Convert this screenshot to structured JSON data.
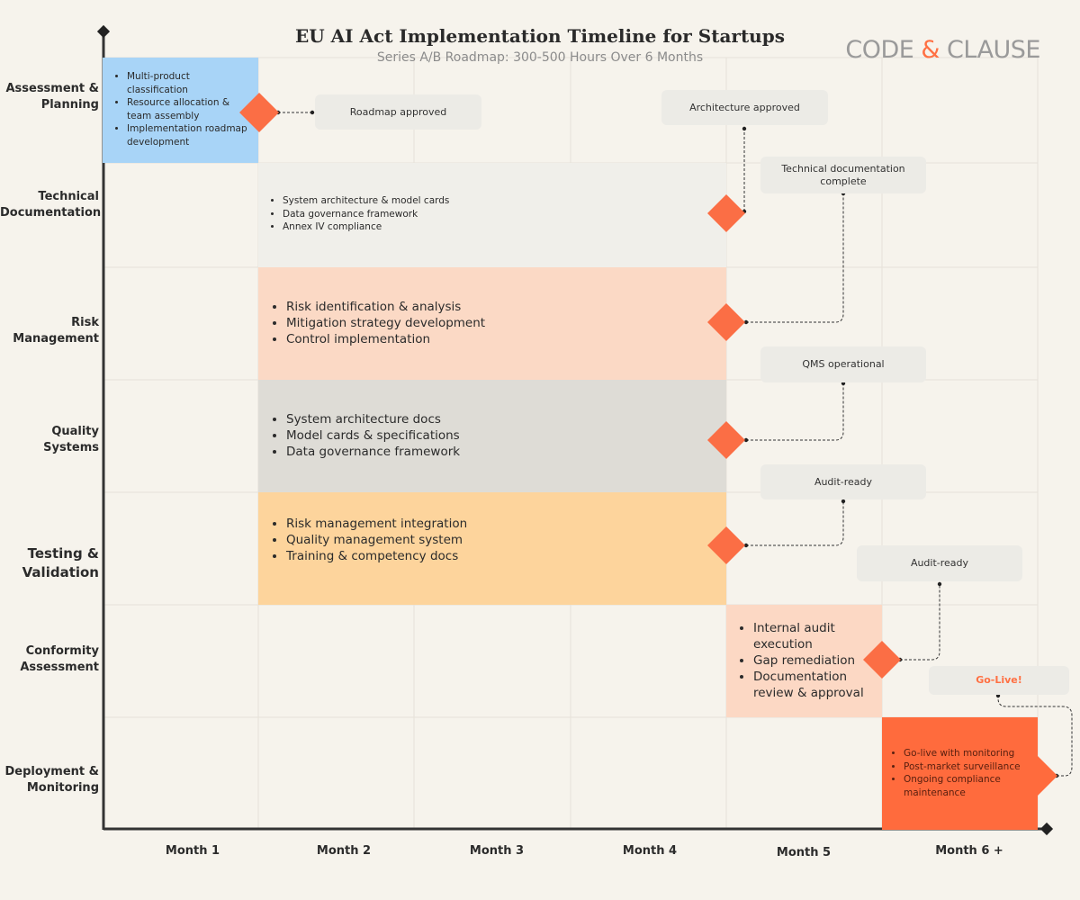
{
  "title": "EU AI Act Implementation Timeline for Startups",
  "subtitle": "Series A/B Roadmap: 300-500 Hours Over 6 Months",
  "logo": {
    "part1": "CODE ",
    "amp": "&",
    "part2": " CLAUSE"
  },
  "colors": {
    "accent": "#ff7043",
    "grid": "#e6e2da",
    "axis": "#333333"
  },
  "rows": [
    {
      "label": "Assessment & Planning"
    },
    {
      "label": "Technical Documentation"
    },
    {
      "label": "Risk Management"
    },
    {
      "label": "Quality Systems"
    },
    {
      "label": "Testing & Validation"
    },
    {
      "label": "Conformity Assessment"
    },
    {
      "label": "Deployment & Monitoring"
    }
  ],
  "months": [
    "Month 1",
    "Month 2",
    "Month 3",
    "Month 4",
    "Month 5",
    "Month 6 +"
  ],
  "phases": [
    {
      "items": [
        "Multi-product classification",
        "Resource allocation & team assembly",
        "Implementation roadmap development"
      ],
      "color": "#a8d4f7"
    },
    {
      "items": [
        "System architecture & model cards",
        "Data governance framework",
        "Annex IV compliance"
      ],
      "color": "#f0efea"
    },
    {
      "items": [
        "Risk identification & analysis",
        "Mitigation strategy development",
        "Control implementation"
      ],
      "color": "#fbd9c5"
    },
    {
      "items": [
        "System architecture docs",
        "Model cards & specifications",
        "Data governance framework"
      ],
      "color": "#dedcd6"
    },
    {
      "items": [
        "Risk management integration",
        "Quality management system",
        "Training & competency docs"
      ],
      "color": "#fdd49c"
    },
    {
      "items": [
        "Internal audit execution",
        "Gap remediation",
        "Documentation review & approval"
      ],
      "color": "#fcd8c4"
    },
    {
      "items": [
        "Go-live with monitoring",
        "Post-market surveillance",
        "Ongoing compliance maintenance"
      ],
      "color": "#ff6b3d"
    }
  ],
  "milestones": [
    {
      "label": "Roadmap approved"
    },
    {
      "label": "Architecture approved"
    },
    {
      "label": "Technical documentation complete"
    },
    {
      "label": "QMS operational"
    },
    {
      "label": "Audit-ready"
    },
    {
      "label": "Audit-ready"
    },
    {
      "label": "Go-Live!"
    }
  ]
}
